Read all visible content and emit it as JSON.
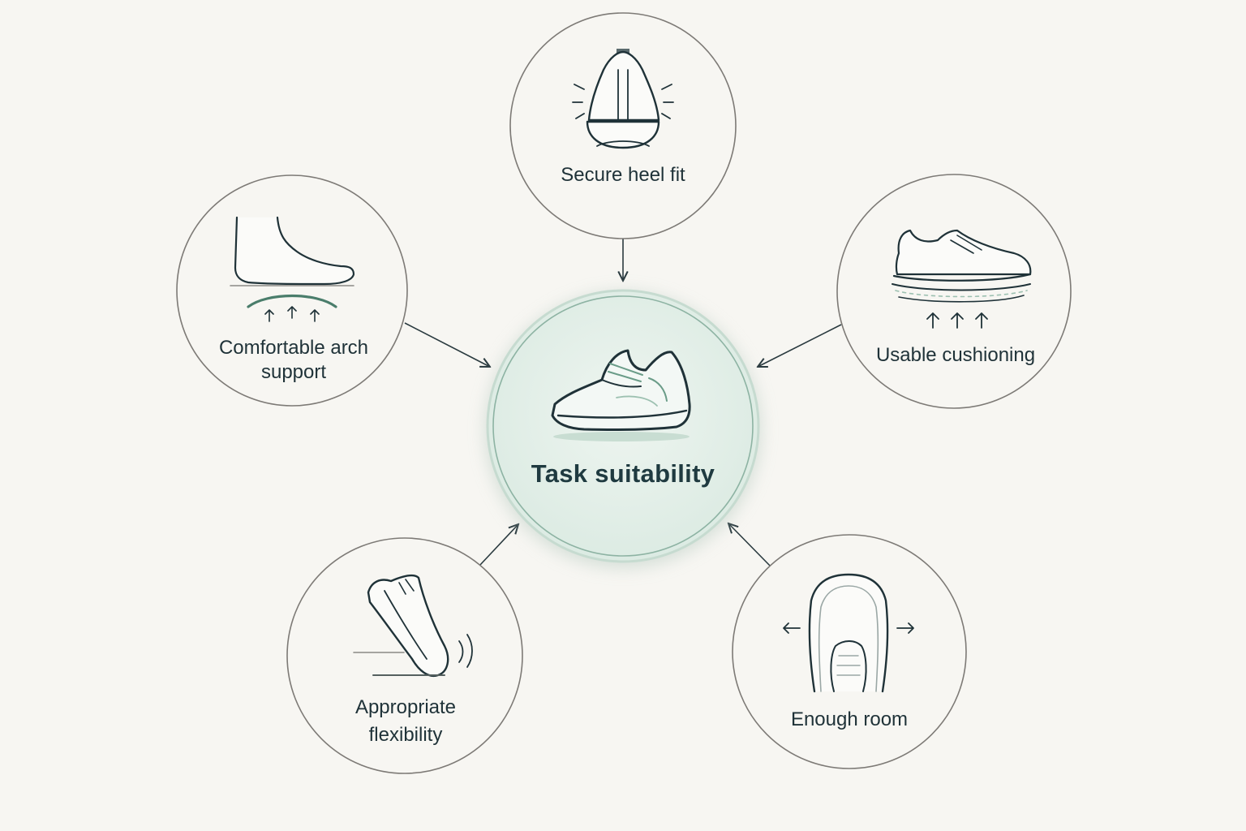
{
  "center": {
    "label": "Task suitability",
    "icon": "sneaker-icon",
    "fill_color": "#e6f0ea",
    "ring_color": "#8db3a3"
  },
  "factors": [
    {
      "id": "heel",
      "label": "Secure heel fit",
      "icon": "heel-fit-icon"
    },
    {
      "id": "cushioning",
      "label": "Usable cushioning",
      "icon": "cushioned-shoe-icon"
    },
    {
      "id": "room",
      "label": "Enough room",
      "icon": "toe-room-icon"
    },
    {
      "id": "flexibility",
      "label_line1": "Appropriate",
      "label_line2": "flexibility",
      "icon": "flexing-shoe-icon"
    },
    {
      "id": "arch",
      "label_line1": "Comfortable arch",
      "label_line2": "support",
      "icon": "arch-support-icon"
    }
  ],
  "colors": {
    "background": "#f7f6f2",
    "outline": "#7d7a76",
    "ink": "#1f3238",
    "accent": "#4a7d6b"
  }
}
